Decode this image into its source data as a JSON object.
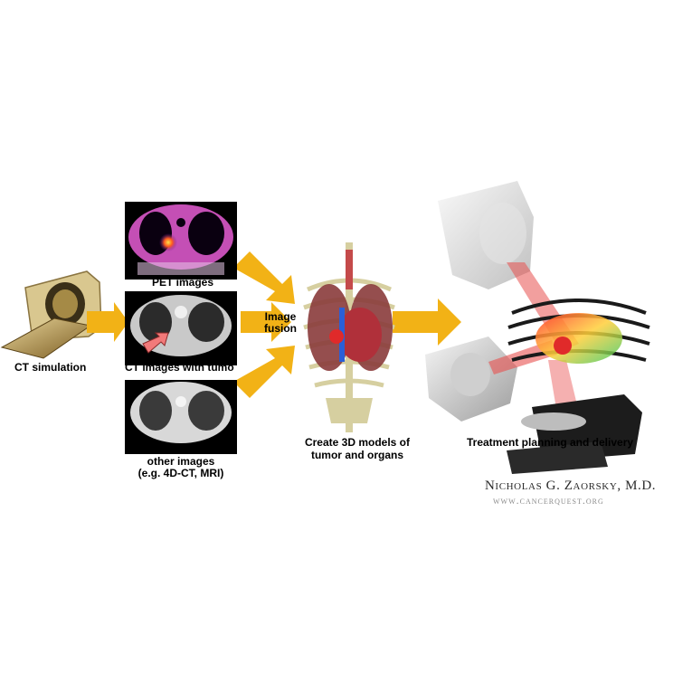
{
  "labels": {
    "ct_simulation": "CT simulation",
    "pet_images": "PET images",
    "ct_images": "CT images with tumo",
    "other_images_line1": "other images",
    "other_images_line2": "(e.g. 4D-CT, MRI)",
    "image_fusion_line1": "Image",
    "image_fusion_line2": "fusion",
    "create_models_line1": "Create 3D models of",
    "create_models_line2": "tumor and organs",
    "treatment": "Treatment planning and delivery"
  },
  "credit": {
    "author": "Nicholas G. Zaorsky, M.D.",
    "website": "www.cancerquest.org"
  },
  "colors": {
    "arrow": "#f2b216",
    "pet_tissue": "#c44fb5",
    "beam": "#e8504f",
    "tumor": "#e02a2a",
    "credit_text": "#2a2a2a",
    "website_text": "#8a8a8a"
  }
}
